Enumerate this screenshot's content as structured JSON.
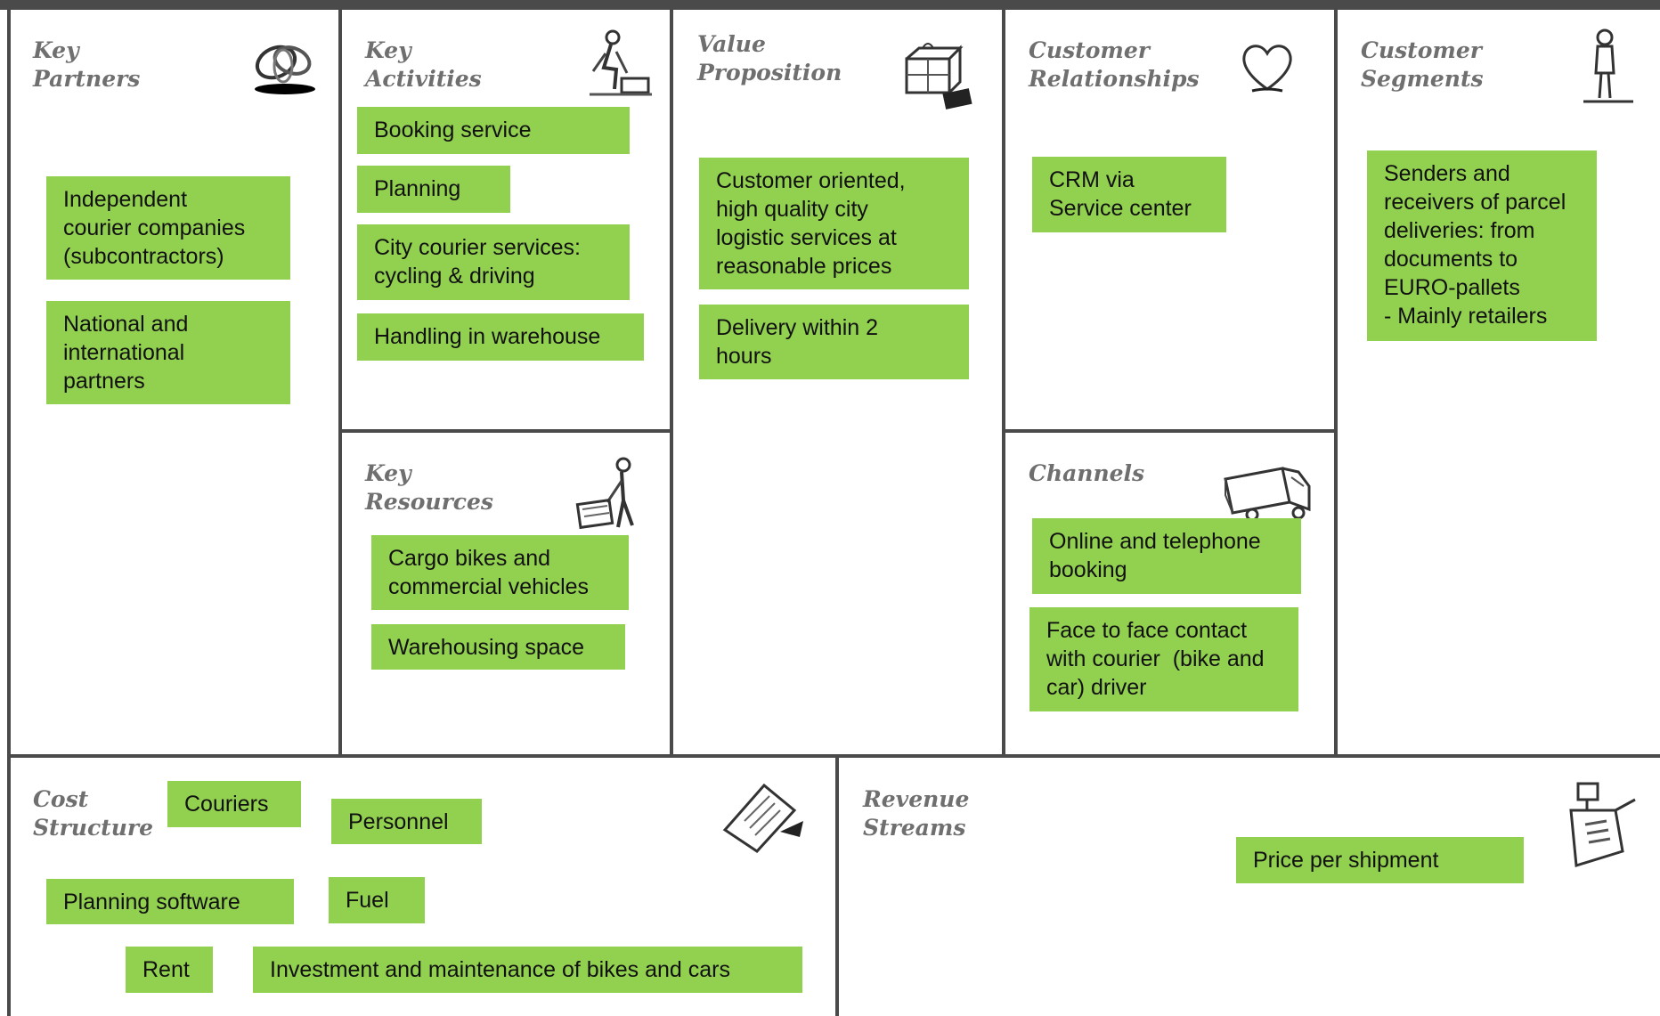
{
  "blocks": {
    "key_partners": {
      "title": "Key\nPartners",
      "notes": [
        "Independent\ncourier companies\n(subcontractors)",
        "National and\ninternational\npartners"
      ]
    },
    "key_activities": {
      "title": "Key\nActivities",
      "notes": [
        "Booking service",
        "Planning",
        "City courier services:\ncycling & driving",
        "Handling in warehouse"
      ]
    },
    "key_resources": {
      "title": "Key\nResources",
      "notes": [
        "Cargo bikes and\ncommercial vehicles",
        "Warehousing space"
      ]
    },
    "value_proposition": {
      "title": "Value\nProposition",
      "notes": [
        "Customer oriented,\nhigh quality city\nlogistic services at\nreasonable prices",
        "Delivery within 2\nhours"
      ]
    },
    "customer_relationships": {
      "title": "Customer\nRelationships",
      "notes": [
        "CRM via\nService center"
      ]
    },
    "channels": {
      "title": "Channels",
      "notes": [
        "Online and telephone\nbooking",
        "Face to face contact\nwith courier  (bike and\ncar) driver"
      ]
    },
    "customer_segments": {
      "title": "Customer\nSegments",
      "notes": [
        "Senders and\nreceivers of parcel\ndeliveries: from\ndocuments to\nEURO-pallets\n- Mainly retailers"
      ]
    },
    "cost_structure": {
      "title": "Cost\nStructure",
      "notes": [
        "Couriers",
        "Personnel",
        "Planning software",
        "Fuel",
        "Rent",
        "Investment and maintenance of bikes and cars"
      ]
    },
    "revenue_streams": {
      "title": "Revenue\nStreams",
      "notes": [
        "Price per shipment"
      ]
    }
  },
  "icons": {
    "key_partners": "chain-links-icon",
    "key_activities": "worker-icon",
    "key_resources": "worker-with-crate-icon",
    "value_proposition": "gift-package-icon",
    "customer_relationships": "heart-icon",
    "channels": "delivery-truck-icon",
    "customer_segments": "person-icon",
    "cost_structure": "price-tag-icon",
    "revenue_streams": "cash-register-icon"
  },
  "colors": {
    "sticky_note": "#92d050",
    "grid_line": "#4a4a4a",
    "title_text": "#6f6f6f"
  }
}
